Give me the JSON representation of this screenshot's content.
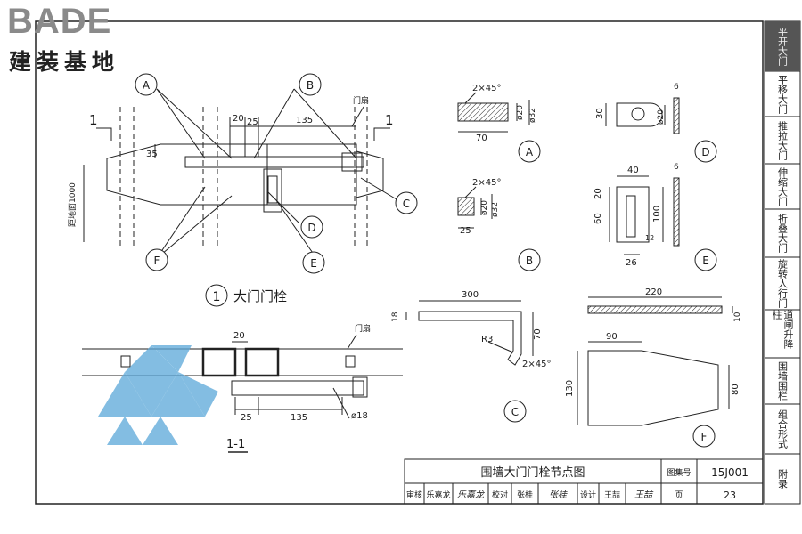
{
  "header": {
    "logo_letters": "BADE",
    "logo_cn": "建装基地"
  },
  "sidebar": {
    "items": [
      {
        "label": "平开大门",
        "active": true
      },
      {
        "label": "平移大门",
        "active": false
      },
      {
        "label": "推拉大门",
        "active": false
      },
      {
        "label": "伸缩大门",
        "active": false
      },
      {
        "label": "折叠大门",
        "active": false
      },
      {
        "label": "旋转人行门",
        "active": false
      },
      {
        "label": "道闸升降柱",
        "active": false
      },
      {
        "label": "围墙围栏",
        "active": false
      },
      {
        "label": "组合形式",
        "active": false
      },
      {
        "label": "附录",
        "active": false
      }
    ]
  },
  "drawing": {
    "detail1_title": "大门门栓",
    "detail1_number": "1",
    "section_mark": "1",
    "section_title": "1-1",
    "door_leaf": "门扇",
    "ground_height": "距地面1000",
    "callouts": {
      "A": "A",
      "B": "B",
      "C": "C",
      "D": "D",
      "E": "E",
      "F": "F"
    },
    "dims": {
      "d20": "20",
      "d25": "25",
      "d135": "135",
      "d35": "35",
      "chamfer": "2×45°",
      "d70": "70",
      "phi20": "ø20",
      "phi32": "ø32",
      "d6": "6",
      "d30": "30",
      "d40": "40",
      "d60": "60",
      "d100": "100",
      "d26": "26",
      "d12": "12",
      "d300": "300",
      "d18": "18",
      "r3": "R3",
      "d220": "220",
      "d10": "10",
      "d90": "90",
      "d130": "130",
      "d80": "80",
      "phi18": "ø18"
    }
  },
  "title_block": {
    "title": "围墙大门门栓节点图",
    "atlas_label": "图集号",
    "atlas_number": "15J001",
    "review_label": "审核",
    "reviewer": "乐嘉龙",
    "proof_label": "校对",
    "proofer": "张桂",
    "design_label": "设计",
    "designer": "王喆",
    "page_label": "页",
    "page_number": "23"
  }
}
